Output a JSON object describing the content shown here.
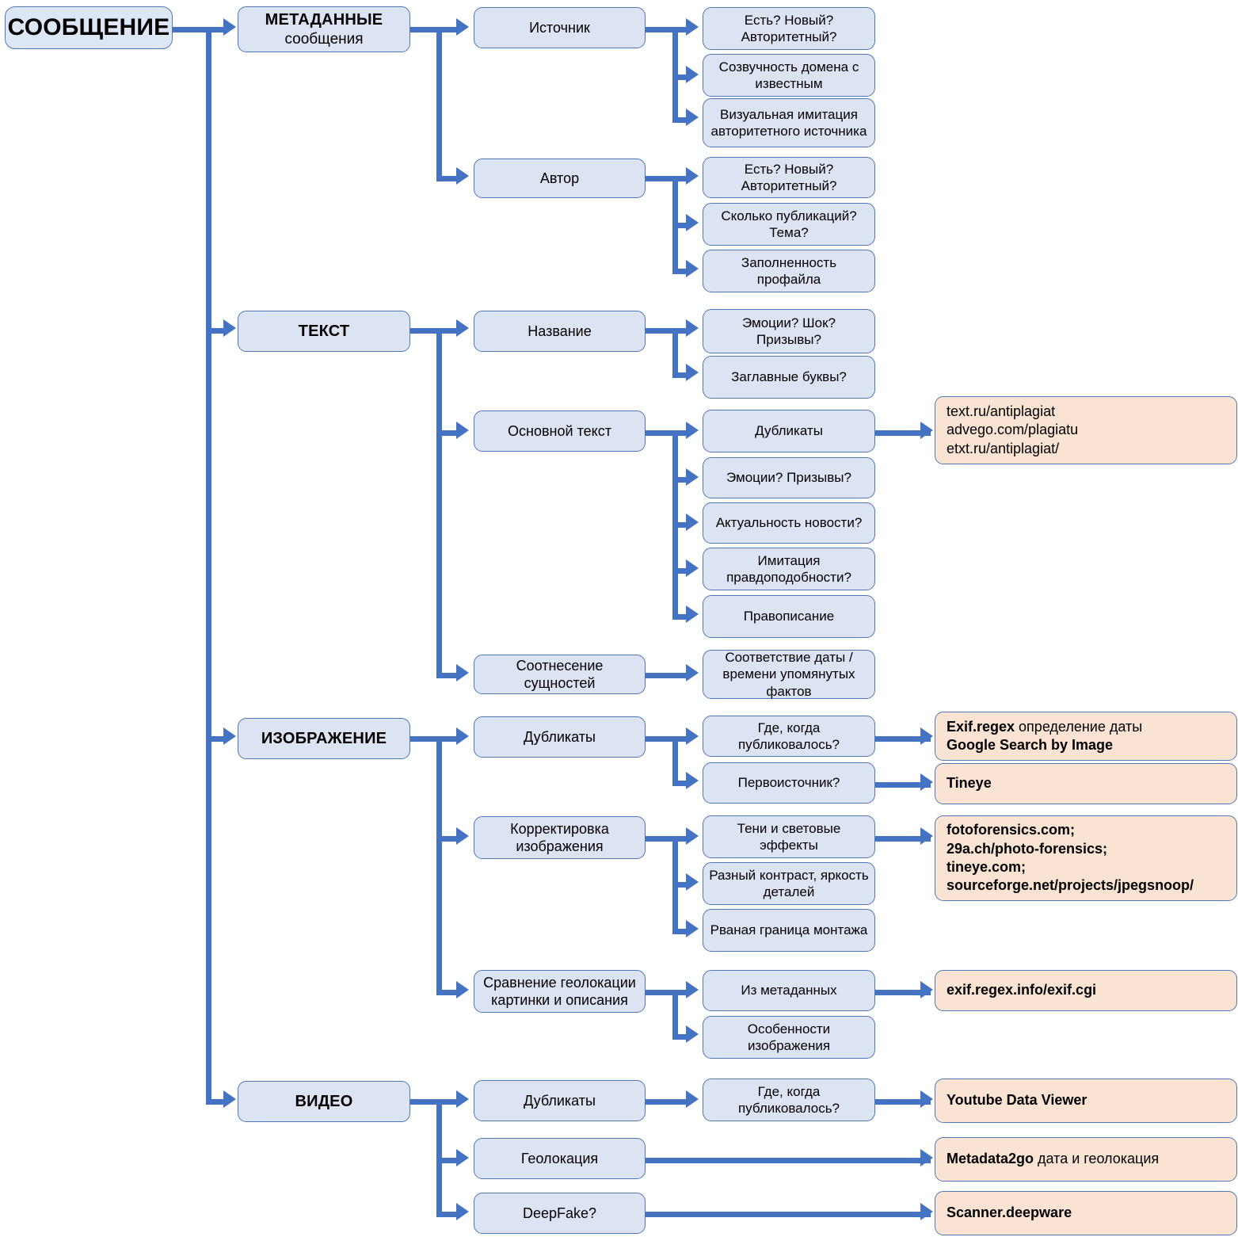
{
  "diagram": {
    "title": "СООБЩЕНИЕ",
    "language": "ru",
    "colors": {
      "node_fill": "#dce3f2",
      "node_border": "#4f77b8",
      "resource_fill": "#fae3d3",
      "connector": "#4573c4",
      "text": "#000000",
      "background": "#ffffff"
    },
    "root": {
      "label": "СООБЩЕНИЕ"
    },
    "categories": [
      {
        "id": "metadata",
        "label": "МЕТАДАННЫЕ",
        "sublabel": "сообщения"
      },
      {
        "id": "text",
        "label": "ТЕКСТ",
        "sublabel": ""
      },
      {
        "id": "image",
        "label": "ИЗОБРАЖЕНИЕ",
        "sublabel": ""
      },
      {
        "id": "video",
        "label": "ВИДЕО",
        "sublabel": ""
      }
    ],
    "level2": [
      {
        "id": "source",
        "label": "Источник"
      },
      {
        "id": "author",
        "label": "Автор"
      },
      {
        "id": "headline",
        "label": "Название"
      },
      {
        "id": "body",
        "label": "Основной текст"
      },
      {
        "id": "entities",
        "label": "Соотнесение сущностей"
      },
      {
        "id": "img-dup",
        "label": "Дубликаты"
      },
      {
        "id": "img-edit",
        "label": "Корректировка изображения"
      },
      {
        "id": "img-geo",
        "label": "Сравнение геолокации картинки и описания"
      },
      {
        "id": "vid-dup",
        "label": "Дубликаты"
      },
      {
        "id": "vid-geo",
        "label": "Геолокация"
      },
      {
        "id": "vid-deepfake",
        "label": "DeepFake?"
      }
    ],
    "level3": [
      {
        "id": "src-q1",
        "label": "Есть? Новый? Авторитетный?"
      },
      {
        "id": "src-q2",
        "label": "Созвучность домена с известным"
      },
      {
        "id": "src-q3",
        "label": "Визуальная имитация авторитетного источника"
      },
      {
        "id": "aut-q1",
        "label": "Есть? Новый? Авторитетный?"
      },
      {
        "id": "aut-q2",
        "label": "Сколько публикаций? Тема?"
      },
      {
        "id": "aut-q3",
        "label": "Заполненность профайла"
      },
      {
        "id": "hd-q1",
        "label": "Эмоции? Шок? Призывы?"
      },
      {
        "id": "hd-q2",
        "label": "Заглавные буквы?"
      },
      {
        "id": "bd-q1",
        "label": "Дубликаты"
      },
      {
        "id": "bd-q2",
        "label": "Эмоции? Призывы?"
      },
      {
        "id": "bd-q3",
        "label": "Актуальность новости?"
      },
      {
        "id": "bd-q4",
        "label": "Имитация правдоподобности?"
      },
      {
        "id": "bd-q5",
        "label": "Правописание"
      },
      {
        "id": "ent-q1",
        "label": "Соответствие даты / времени упомянутых фактов"
      },
      {
        "id": "imgdup-q1",
        "label": "Где, когда публиковалось?"
      },
      {
        "id": "imgdup-q2",
        "label": "Первоисточник?"
      },
      {
        "id": "imgedit-q1",
        "label": "Тени и световые эффекты"
      },
      {
        "id": "imgedit-q2",
        "label": "Разный контраст, яркость деталей"
      },
      {
        "id": "imgedit-q3",
        "label": "Рваная граница монтажа"
      },
      {
        "id": "imggeo-q1",
        "label": "Из метаданных"
      },
      {
        "id": "imggeo-q2",
        "label": "Особенности изображения"
      },
      {
        "id": "viddup-q1",
        "label": "Где, когда публиковалось?"
      }
    ],
    "resources": [
      {
        "id": "res-plagiarism",
        "lines": [
          {
            "bold": "",
            "rest": "text.ru/antiplagiat"
          },
          {
            "bold": "",
            "rest": "advego.com/plagiatu"
          },
          {
            "bold": "",
            "rest": "etxt.ru/antiplagiat/"
          }
        ]
      },
      {
        "id": "res-exif-google",
        "lines": [
          {
            "bold": "Exif.regex",
            "rest": " определение даты"
          },
          {
            "bold": "Google Search by Image",
            "rest": ""
          }
        ]
      },
      {
        "id": "res-tineye",
        "lines": [
          {
            "bold": "Tineye",
            "rest": ""
          }
        ]
      },
      {
        "id": "res-forensics",
        "lines": [
          {
            "bold": "fotoforensics.com;",
            "rest": ""
          },
          {
            "bold": "29a.ch/photo-forensics;",
            "rest": ""
          },
          {
            "bold": "tineye.com;",
            "rest": ""
          },
          {
            "bold": "sourceforge.net/projects/jpegsnoop/",
            "rest": ""
          }
        ]
      },
      {
        "id": "res-exif-cgi",
        "lines": [
          {
            "bold": "exif.regex.info/exif.cgi",
            "rest": ""
          }
        ]
      },
      {
        "id": "res-youtube",
        "lines": [
          {
            "bold": "Youtube Data Viewer",
            "rest": ""
          }
        ]
      },
      {
        "id": "res-metadata2go",
        "lines": [
          {
            "bold": "Metadata2go",
            "rest": " дата и геолокация"
          }
        ]
      },
      {
        "id": "res-scanner-deepware",
        "lines": [
          {
            "bold": "Scanner.deepware",
            "rest": ""
          }
        ]
      }
    ]
  }
}
